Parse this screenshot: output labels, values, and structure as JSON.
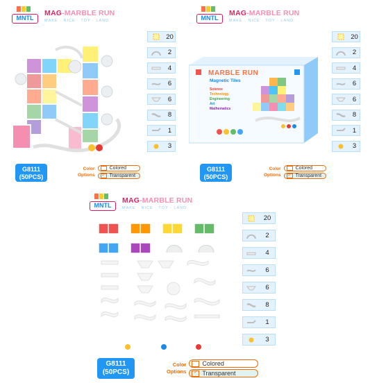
{
  "brand": {
    "logo_text": "MNTL",
    "title_main": "MAG",
    "title_rest": "-MARBLE RUN",
    "tagline": "MAKE · NICE · TOY · LAND"
  },
  "counts": [
    {
      "icon": "square-tile-icon",
      "value": "20"
    },
    {
      "icon": "curve-track-icon",
      "value": "2"
    },
    {
      "icon": "straight-track-icon",
      "value": "4"
    },
    {
      "icon": "wave-track-icon",
      "value": "6"
    },
    {
      "icon": "funnel-track-icon",
      "value": "6"
    },
    {
      "icon": "s-track-icon",
      "value": "8"
    },
    {
      "icon": "end-track-icon",
      "value": "1"
    },
    {
      "icon": "ball-icon",
      "value": "3"
    }
  ],
  "product": {
    "code": "G8111",
    "pcs": "(50PCS)"
  },
  "color_options": {
    "label_line1": "Color",
    "label_line2": "Options",
    "colored": "Colored",
    "transparent": "Transparent",
    "selected": "transparent"
  },
  "box_art": {
    "title": "MARBLE RUN",
    "subtitle": "Magnetic Tiles",
    "subjects": [
      "Science",
      "Technology",
      "Engineering",
      "Art",
      "Mathematics"
    ]
  },
  "colors": {
    "accent_blue": "#2196f3",
    "brand_pink": "#e91e63",
    "option_orange": "#ef6c00",
    "tile_red": "#ef5350",
    "tile_orange": "#ff9800",
    "tile_yellow": "#fdd835",
    "tile_green": "#66bb6a",
    "tile_blue": "#42a5f5",
    "tile_purple": "#ab47bc"
  }
}
